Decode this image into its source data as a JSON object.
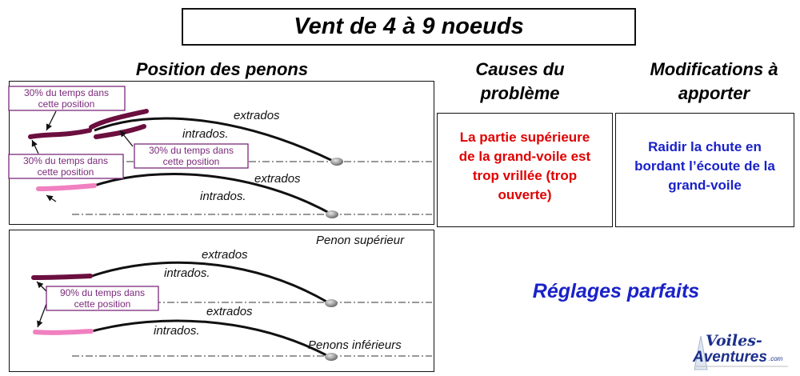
{
  "title": "Vent de 4 à 9 noeuds",
  "headings": {
    "position": "Position des penons",
    "causes": [
      "Causes du",
      "problème"
    ],
    "modifications": [
      "Modifications à",
      "apporter"
    ]
  },
  "top_diagram": {
    "upper_extrados": "extrados",
    "upper_intrados": "intrados.",
    "lower_extrados": "extrados",
    "lower_intrados": "intrados.",
    "callout_upper_left": [
      "30% du temps dans",
      "cette position"
    ],
    "callout_upper_right": [
      "30% du temps dans",
      "cette position"
    ],
    "callout_lower_left": [
      "30% du temps dans",
      "cette position"
    ]
  },
  "bottom_diagram": {
    "penon_superieur": "Penon supérieur",
    "penons_inferieurs": "Penons inférieurs",
    "upper_extrados": "extrados",
    "upper_intrados": "intrados.",
    "lower_extrados": "extrados",
    "lower_intrados": "intrados.",
    "callout": [
      "90% du temps dans",
      "cette position"
    ]
  },
  "causes_text": [
    "La partie supérieure",
    "de la grand-voile est",
    "trop vrillée (trop",
    "ouverte)"
  ],
  "modifications_text": [
    "Raidir la chute en",
    "bordant l’écoute de la",
    "grand-voile"
  ],
  "perfect_text": "Réglages parfaits",
  "logo": {
    "line1": "Voiles-",
    "line2": "Aventures",
    "suffix": ".com"
  },
  "colors": {
    "dark_penon": "#6b0f3f",
    "pink_penon": "#f080c0",
    "callout_border": "#7a2a7a",
    "callout_text": "#7a2a7a",
    "cause_red": "#e00000",
    "modif_blue": "#1a22c8"
  }
}
